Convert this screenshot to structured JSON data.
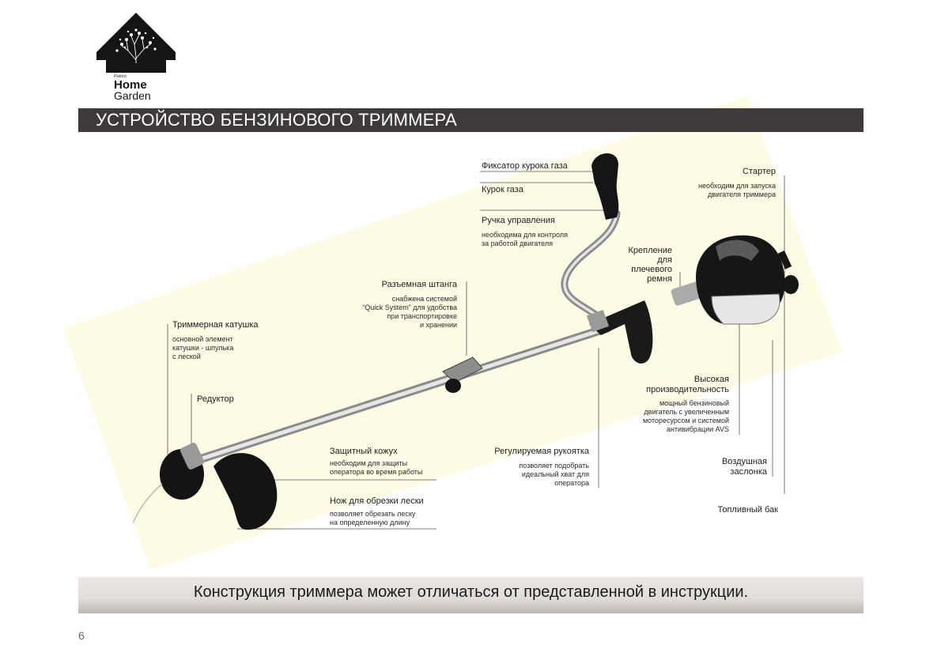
{
  "logo": {
    "line1": "Patriot",
    "line2": "Home",
    "line3": "Garden"
  },
  "title": "УСТРОЙСТВО БЕНЗИНОВОГО ТРИММЕРА",
  "parts": {
    "throttle_lock": {
      "label": "Фиксатор курока газа"
    },
    "throttle": {
      "label": "Курок газа"
    },
    "control_handle": {
      "label": "Ручка управления",
      "desc1": "необходима для контроля",
      "desc2": "за работой двигателя"
    },
    "starter": {
      "label": "Стартер",
      "desc1": "необходим для запуска",
      "desc2": "двигателя триммера"
    },
    "strap_mount": {
      "l1": "Крепление",
      "l2": "для",
      "l3": "плечевого",
      "l4": "ремня"
    },
    "split_shaft": {
      "label": "Разъемная штанга",
      "desc1": "снабжена системой",
      "desc2": "“Quick System” для удобства",
      "desc3": "при транспортировке",
      "desc4": "и хранении"
    },
    "trimmer_head": {
      "label": "Триммерная катушка",
      "desc1": "основной элемент",
      "desc2": "катушки - шпулька",
      "desc3": "с леской"
    },
    "gearbox": {
      "label": "Редуктор"
    },
    "performance": {
      "l1": "Высокая",
      "l2": "производительность",
      "desc1": "мощный бензиновый",
      "desc2": "двигатель с увеличенным",
      "desc3": "моторесурсом и системой",
      "desc4": "антивибрации AVS"
    },
    "guard": {
      "label": "Защитный кожух",
      "desc1": "необходим для защиты",
      "desc2": "оператора во время работы"
    },
    "adjustable_handle": {
      "label": "Регулируемая рукоятка",
      "desc1": "позволяет подобрать",
      "desc2": "идеальный хват для",
      "desc3": "оператора"
    },
    "choke": {
      "l1": "Воздушная",
      "l2": "заслонка"
    },
    "line_knife": {
      "label": "Нож для обрезки лески",
      "desc1": "позволяет обрезать леску",
      "desc2": "на определенную длину"
    },
    "fuel_tank": {
      "label": "Топливный бак"
    }
  },
  "footer": "Конструкция триммера может отличаться от представленной в инструкции.",
  "page_number": "6"
}
